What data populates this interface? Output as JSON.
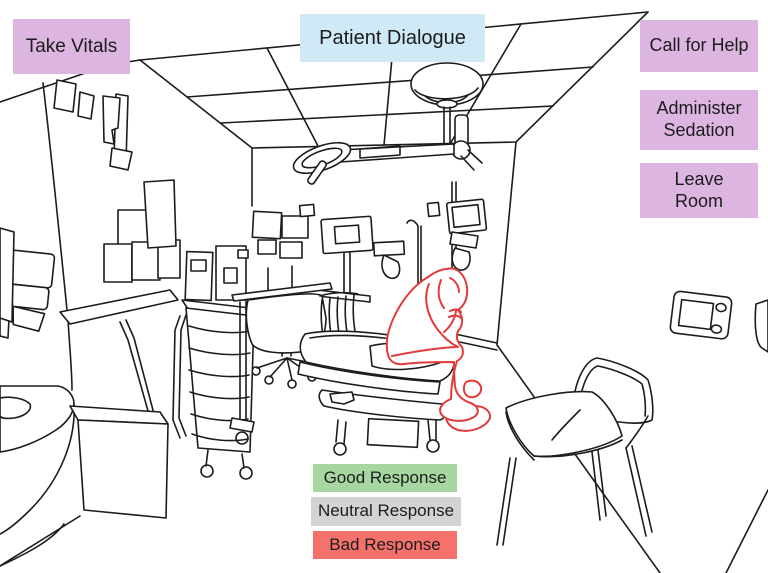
{
  "app": {
    "background_color": "#ffffff",
    "line_color": "#1c1c1c"
  },
  "actions": {
    "take_vitals": {
      "label": "Take Vitals",
      "color": "#dcb5e0"
    },
    "patient_dialogue": {
      "label": "Patient Dialogue",
      "color": "#cfe9f6"
    },
    "call_for_help": {
      "label": "Call for Help",
      "color": "#dcb5e0"
    },
    "administer_sedation": {
      "label": "Administer\nSedation",
      "color": "#dcb5e0"
    },
    "leave_room": {
      "label": "Leave\nRoom",
      "color": "#dcb5e0"
    }
  },
  "responses": {
    "good": {
      "label": "Good Response",
      "color": "#a6d7a1"
    },
    "neutral": {
      "label": "Neutral Response",
      "color": "#d3d3d3"
    },
    "bad": {
      "label": "Bad Response",
      "color": "#f4716c"
    }
  },
  "scene": {
    "description": "line-art hospital exam room with dejected patient sitting on bed",
    "patient_color": "#e23b3b"
  }
}
